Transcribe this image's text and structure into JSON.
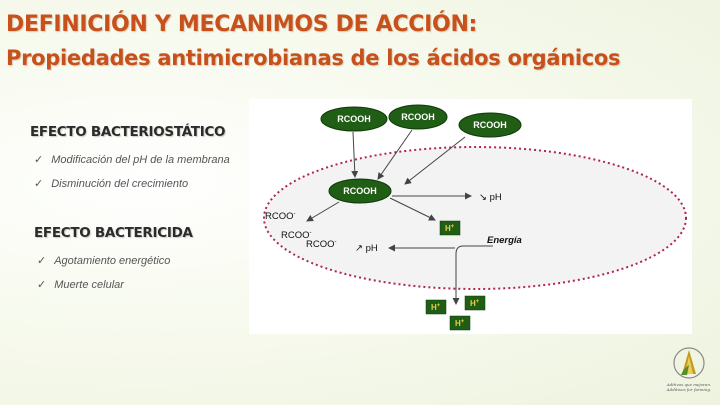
{
  "title": {
    "line1": "DEFINICIÓN Y MECANIMOS DE ACCIÓN:",
    "line2": "Propiedades antimicrobianas de los ácidos orgánicos"
  },
  "sections": [
    {
      "heading": "EFECTO BACTERIOSTÁTICO",
      "items": [
        "Modificación del pH de la membrana",
        "Disminución del crecimiento"
      ]
    },
    {
      "heading": "EFECTO BACTERICIDA",
      "items": [
        "Agotamiento energético",
        "Muerte celular"
      ]
    }
  ],
  "bullet_glyph": "✓",
  "diagram": {
    "rcooh": "RCOOH",
    "rcoo": "RCOO",
    "rcoo_sup": "-",
    "h": "H",
    "h_sup": "+",
    "ph_down": "↘ pH",
    "ph_up": "↗ pH",
    "energia": "Energía",
    "colors": {
      "pill": "#1f5e14",
      "pill_outline": "#0f3a0a",
      "membrane": "#b0264a",
      "membrane_fill": "#f3f3f3",
      "arrow": "#444444"
    }
  },
  "logo": {
    "line1": "Aditivos que mejoran.",
    "line2": "Additives for farming."
  }
}
